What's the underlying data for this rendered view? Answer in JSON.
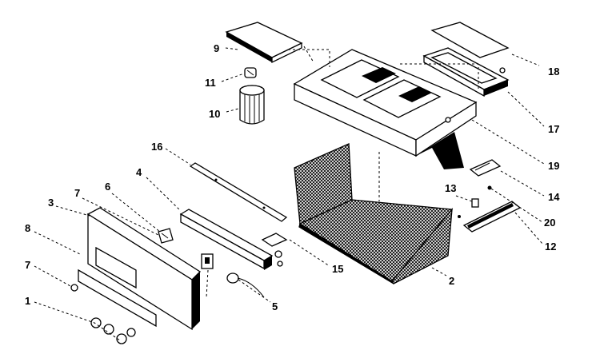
{
  "diagram": {
    "labels": {
      "p1": "1",
      "p2": "2",
      "p3": "3",
      "p4": "4",
      "p5": "5",
      "p6": "6",
      "p7a": "7",
      "p7b": "7",
      "p8": "8",
      "p9": "9",
      "p10": "10",
      "p11": "11",
      "p12": "12",
      "p13": "13",
      "p14": "14",
      "p15": "15",
      "p16": "16",
      "p17": "17",
      "p18": "18",
      "p19": "19",
      "p20": "20"
    }
  }
}
